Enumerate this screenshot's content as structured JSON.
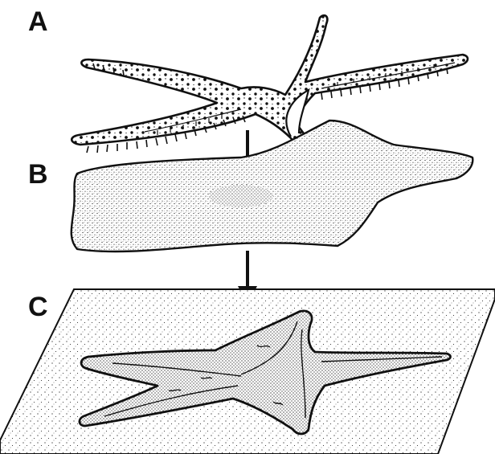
{
  "labels": {
    "a": "A",
    "b": "B",
    "c": "C"
  },
  "colors": {
    "ink": "#111111",
    "paper": "#ffffff",
    "fossil_shade": "#e9e9e9"
  },
  "icons": {
    "arrow_ab": "down-arrow-icon",
    "arrow_bc": "down-arrow-icon"
  }
}
